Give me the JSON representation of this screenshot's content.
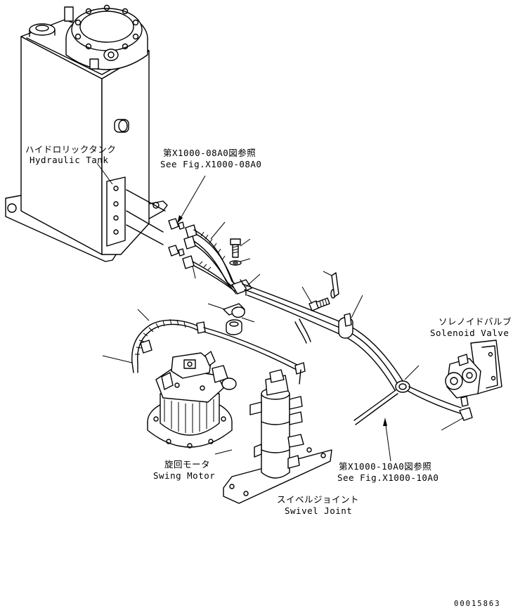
{
  "labels": {
    "hydraulic_tank_jp": "ハイドロリックタンク",
    "hydraulic_tank_en": "Hydraulic Tank",
    "ref_08_jp": "第X1000-08A0図参照",
    "ref_08_en": "See Fig.X1000-08A0",
    "solenoid_jp": "ソレノイドバルブ",
    "solenoid_en": "Solenoid Valve",
    "swing_motor_jp": "旋回モータ",
    "swing_motor_en": "Swing Motor",
    "ref_10_jp": "第X1000-10A0図参照",
    "ref_10_en": "See Fig.X1000-10A0",
    "swivel_jp": "スイベルジョイント",
    "swivel_en": "Swivel Joint",
    "drawing_number": "00015863"
  }
}
